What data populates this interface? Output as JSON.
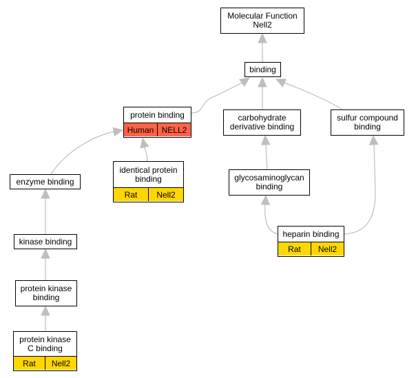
{
  "nodes": {
    "mf": {
      "label": "Molecular Function\nNell2"
    },
    "binding": {
      "label": "binding"
    },
    "protein_binding": {
      "label": "protein binding",
      "species": "Human",
      "gene": "NELL2",
      "color": "#ff6347"
    },
    "carbohydrate": {
      "label": "carbohydrate\nderivative binding"
    },
    "sulfur": {
      "label": "sulfur compound\nbinding"
    },
    "enzyme": {
      "label": "enzyme binding"
    },
    "identical": {
      "label": "identical protein\nbinding",
      "species": "Rat",
      "gene": "Nell2",
      "color": "#ffd700"
    },
    "gag": {
      "label": "glycosaminoglycan\nbinding"
    },
    "heparin": {
      "label": "heparin binding",
      "species": "Rat",
      "gene": "Nell2",
      "color": "#ffd700"
    },
    "kinase": {
      "label": "kinase binding"
    },
    "protein_kinase": {
      "label": "protein kinase\nbinding"
    },
    "pkc": {
      "label": "protein kinase\nC binding",
      "species": "Rat",
      "gene": "Nell2",
      "color": "#ffd700"
    }
  },
  "edge_color": "#bebebe"
}
